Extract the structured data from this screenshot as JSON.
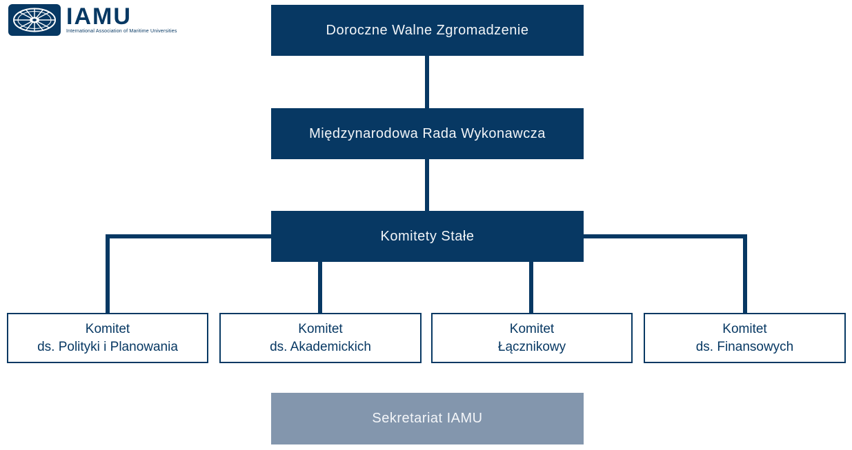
{
  "logo": {
    "acronym": "IAMU",
    "subtitle": "International Association of Maritime Universities",
    "emblem_icon": "compass-rose-icon"
  },
  "colors": {
    "navy": "#073863",
    "slate": "#8396ad",
    "box_text_light": "#f2f5f8"
  },
  "org_chart": {
    "level1": {
      "label": "Doroczne Walne Zgromadzenie"
    },
    "level2": {
      "label": "Międzynarodowa Rada Wykonawcza"
    },
    "level3": {
      "label": "Komitety Stałe"
    },
    "committees": [
      {
        "line1": "Komitet",
        "line2": "ds. Polityki i Planowania"
      },
      {
        "line1": "Komitet",
        "line2": "ds. Akademickich"
      },
      {
        "line1": "Komitet",
        "line2": "Łącznikowy"
      },
      {
        "line1": "Komitet",
        "line2": "ds. Finansowych"
      }
    ],
    "secretariat": {
      "label": "Sekretariat IAMU"
    }
  }
}
